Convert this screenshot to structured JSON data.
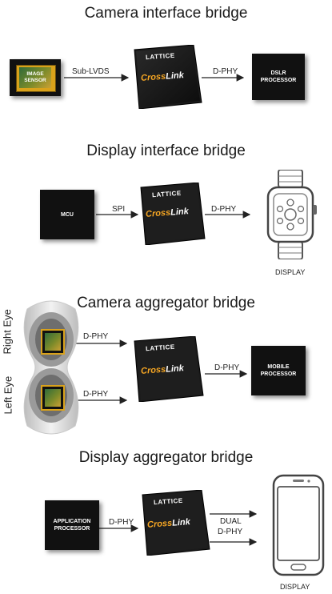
{
  "sections": [
    {
      "title": "Camera interface bridge"
    },
    {
      "title": "Display interface bridge"
    },
    {
      "title": "Camera aggregator bridge"
    },
    {
      "title": "Display aggregator bridge"
    }
  ],
  "chip": {
    "brand": "LATTICE",
    "name_cross": "Cross",
    "name_link": "Link"
  },
  "camera_bridge": {
    "sensor_label": "IMAGE SENSOR",
    "input_label": "Sub-LVDS",
    "output_label": "D-PHY",
    "target_label": "DSLR PROCESSOR"
  },
  "display_bridge": {
    "source_label": "MCU",
    "input_label": "SPI",
    "output_label": "D-PHY",
    "display_caption": "DISPLAY"
  },
  "camera_aggregator": {
    "right_eye": "Right Eye",
    "left_eye": "Left Eye",
    "input1_label": "D-PHY",
    "input2_label": "D-PHY",
    "output_label": "D-PHY",
    "target_label": "MOBILE PROCESSOR"
  },
  "display_aggregator": {
    "source_label": "APPLICATION PROCESSOR",
    "input_label": "D-PHY",
    "output_line1": "DUAL",
    "output_line2": "D-PHY",
    "display_caption": "DISPLAY"
  },
  "colors": {
    "chip_orange": "#f6a623",
    "chip_body": "#1b1b1b",
    "box_black": "#111111",
    "sensor_gold": "#d9a21b",
    "sensor_green": "#2f6b3a"
  }
}
